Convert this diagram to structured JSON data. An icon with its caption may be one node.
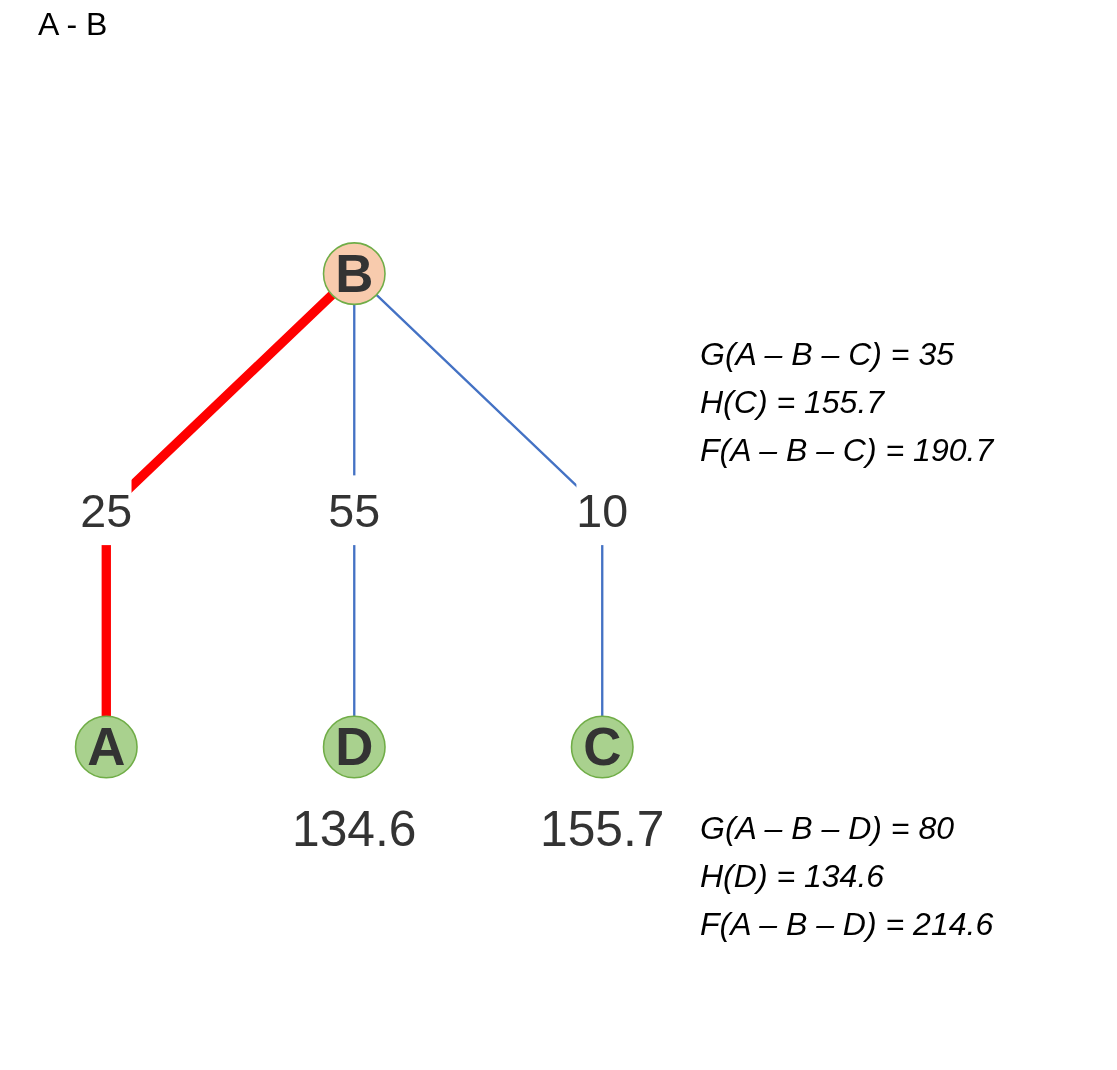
{
  "diagram": {
    "title": "A - B",
    "nodes": [
      {
        "text": [
          "A"
        ]
      },
      {
        "text": [
          "B"
        ]
      },
      {
        "text": [
          "C"
        ],
        "beside": [
          "155.7"
        ]
      },
      {
        "text": [
          "D"
        ],
        "beside": [
          "134.6"
        ]
      }
    ],
    "edges": [
      {
        "from": 1,
        "to": 0,
        "arrow": "none",
        "label": "25",
        "style": "thick",
        "color": "#ff0000"
      },
      {
        "from": 1,
        "to": 3,
        "arrow": "none",
        "label": "55"
      },
      {
        "from": 1,
        "to": 2,
        "arrow": "none",
        "label": "10"
      }
    ],
    "labels": [
      "G(A – B – C) = 35",
      "H(C) = 155.7",
      "F(A – B – C) = 190.7",
      "G(A – B – D) = 80",
      "H(D) = 134.6",
      "F(A – B – D) = 214.6"
    ]
  }
}
